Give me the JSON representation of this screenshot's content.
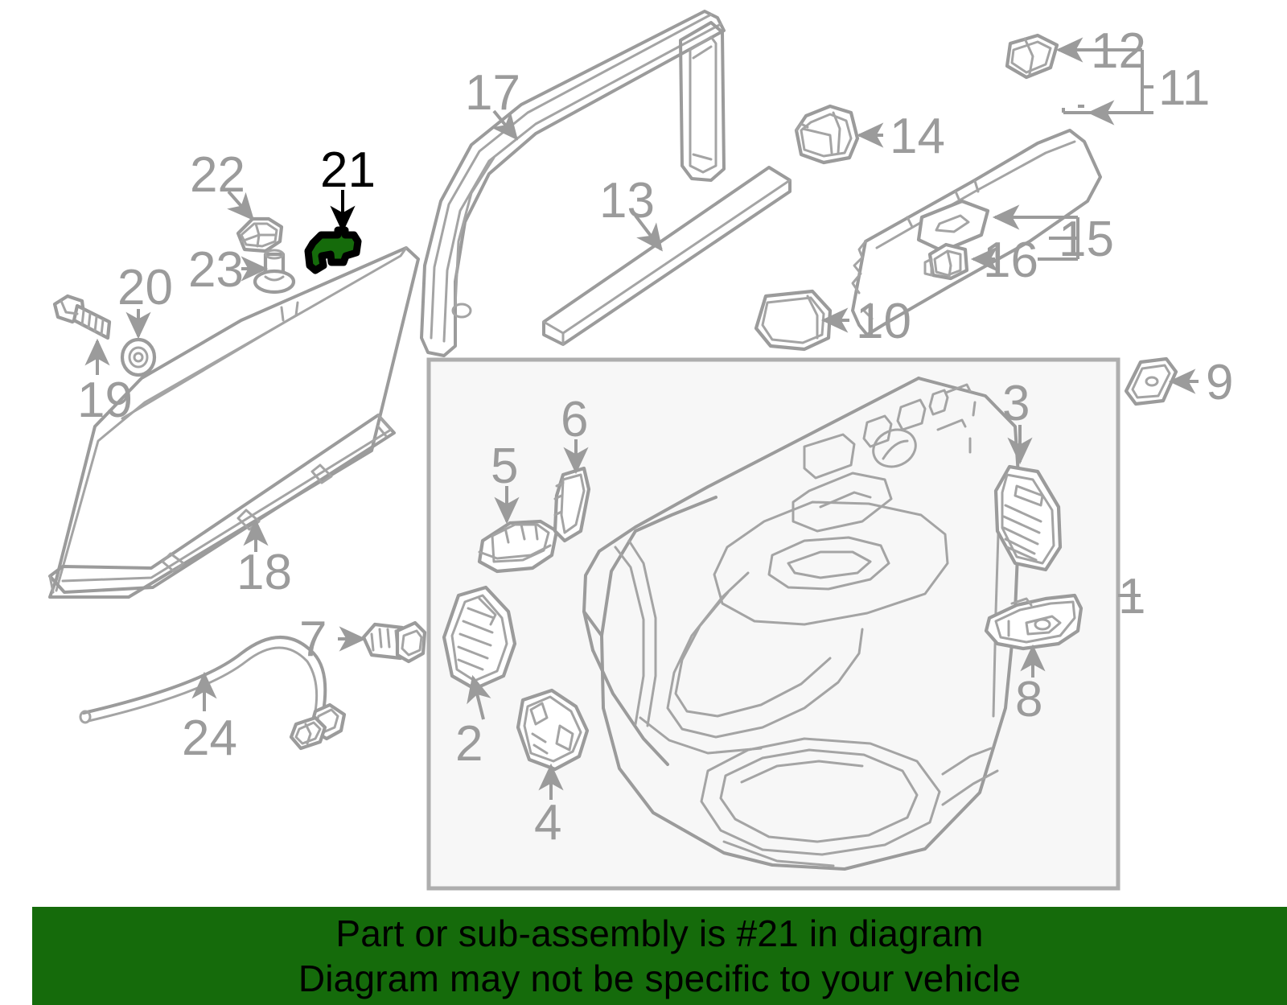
{
  "diagram": {
    "title": "Vehicle rear door trim and window exploded parts diagram",
    "highlight_color": "#156b0b",
    "line_color": "#9b9b9b",
    "panel_box_fill": "#f7f7f7",
    "highlighted_callout": "21",
    "callouts": [
      {
        "id": "1",
        "label": "1",
        "part": "door-trim-panel-assembly",
        "highlighted": false
      },
      {
        "id": "2",
        "label": "2",
        "part": "switch-bezel-left",
        "highlighted": false
      },
      {
        "id": "3",
        "label": "3",
        "part": "switch-bezel-right",
        "highlighted": false
      },
      {
        "id": "4",
        "label": "4",
        "part": "lower-clip-bracket",
        "highlighted": false
      },
      {
        "id": "5",
        "label": "5",
        "part": "retainer-block",
        "highlighted": false
      },
      {
        "id": "6",
        "label": "6",
        "part": "trim-wedge-clip",
        "highlighted": false
      },
      {
        "id": "7",
        "label": "7",
        "part": "hex-flange-bolt",
        "highlighted": false
      },
      {
        "id": "8",
        "label": "8",
        "part": "inside-door-handle",
        "highlighted": false
      },
      {
        "id": "9",
        "label": "9",
        "part": "small-cover-cap",
        "highlighted": false
      },
      {
        "id": "10",
        "label": "10",
        "part": "trim-end-cap",
        "highlighted": false
      },
      {
        "id": "11",
        "label": "11",
        "part": "applique-assembly",
        "highlighted": false
      },
      {
        "id": "12",
        "label": "12",
        "part": "applique-end-piece",
        "highlighted": false
      },
      {
        "id": "13",
        "label": "13",
        "part": "belt-weatherstrip-molding",
        "highlighted": false
      },
      {
        "id": "14",
        "label": "14",
        "part": "corner-bracket-block",
        "highlighted": false
      },
      {
        "id": "15",
        "label": "15",
        "part": "clip-set",
        "highlighted": false
      },
      {
        "id": "16",
        "label": "16",
        "part": "retainer-clip",
        "highlighted": false
      },
      {
        "id": "17",
        "label": "17",
        "part": "window-run-channel",
        "highlighted": false
      },
      {
        "id": "18",
        "label": "18",
        "part": "window-regulator-rail",
        "highlighted": false
      },
      {
        "id": "19",
        "label": "19",
        "part": "mounting-bolt",
        "highlighted": false
      },
      {
        "id": "20",
        "label": "20",
        "part": "grommet-washer",
        "highlighted": false
      },
      {
        "id": "21",
        "label": "21",
        "part": "window-glass-bracket",
        "highlighted": true
      },
      {
        "id": "22",
        "label": "22",
        "part": "guide-block",
        "highlighted": false
      },
      {
        "id": "23",
        "label": "23",
        "part": "push-pin-rivet",
        "highlighted": false
      },
      {
        "id": "24",
        "label": "24",
        "part": "wiring-harness-cable",
        "highlighted": false
      }
    ]
  },
  "banner": {
    "background": "#156b0b",
    "line1": "Part or sub-assembly is #21 in diagram",
    "line2": "Diagram may not be specific to your vehicle"
  }
}
